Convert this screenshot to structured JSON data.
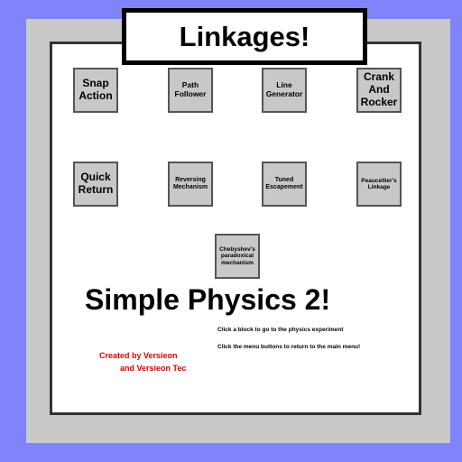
{
  "title": "Linkages!",
  "blocks": [
    {
      "label": "Snap\nAction"
    },
    {
      "label": "Path\nFollower"
    },
    {
      "label": "Line\nGenerator"
    },
    {
      "label": "Crank\nAnd\nRocker"
    },
    {
      "label": "Quick\nReturn"
    },
    {
      "label": "Reversing\nMechanism"
    },
    {
      "label": "Tuned\nEscapement"
    },
    {
      "label": "Peaucellier's\nLinkage"
    },
    {
      "label": "Chebyshev's\nparadoxical\nmechanism"
    }
  ],
  "subtitle": "Simple Physics 2!",
  "instructions": {
    "line1": "Click a block to go to the physics experiment",
    "line2": "Click the menu buttons to return to the main menu!"
  },
  "credits": {
    "line1": "Created by Versieon",
    "line2": "and Versieon Tec"
  }
}
